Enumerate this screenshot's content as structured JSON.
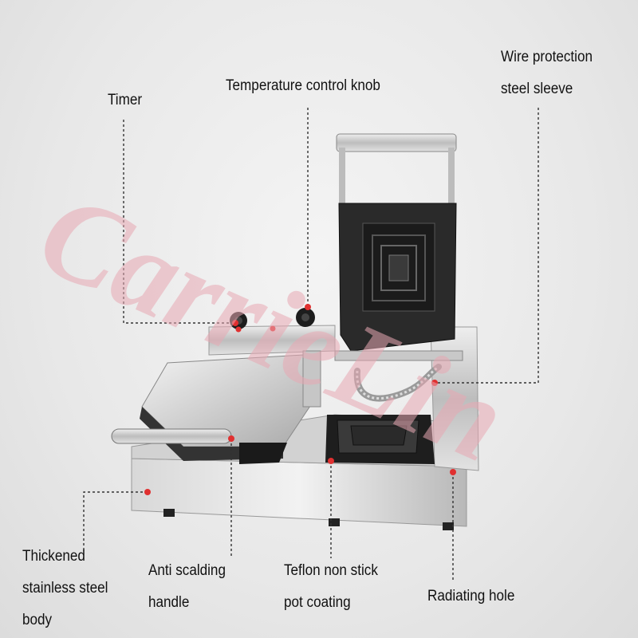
{
  "labels": {
    "timer": "Timer",
    "temperature_knob": "Temperature control knob",
    "wire_sleeve": [
      "Wire protection",
      "steel sleeve"
    ],
    "body": [
      "Thickened",
      "stainless steel",
      "body"
    ],
    "handle": [
      "Anti scalding",
      "handle"
    ],
    "coating": [
      "Teflon non stick",
      "pot coating"
    ],
    "radiating_hole": "Radiating hole"
  },
  "watermark": {
    "text": "CarrieLin",
    "color": "#e8a7b3"
  },
  "colors": {
    "leader_line": "#333333",
    "marker_dot": "#e03030",
    "steel": "#c9c9c9",
    "plate": "#222222"
  }
}
